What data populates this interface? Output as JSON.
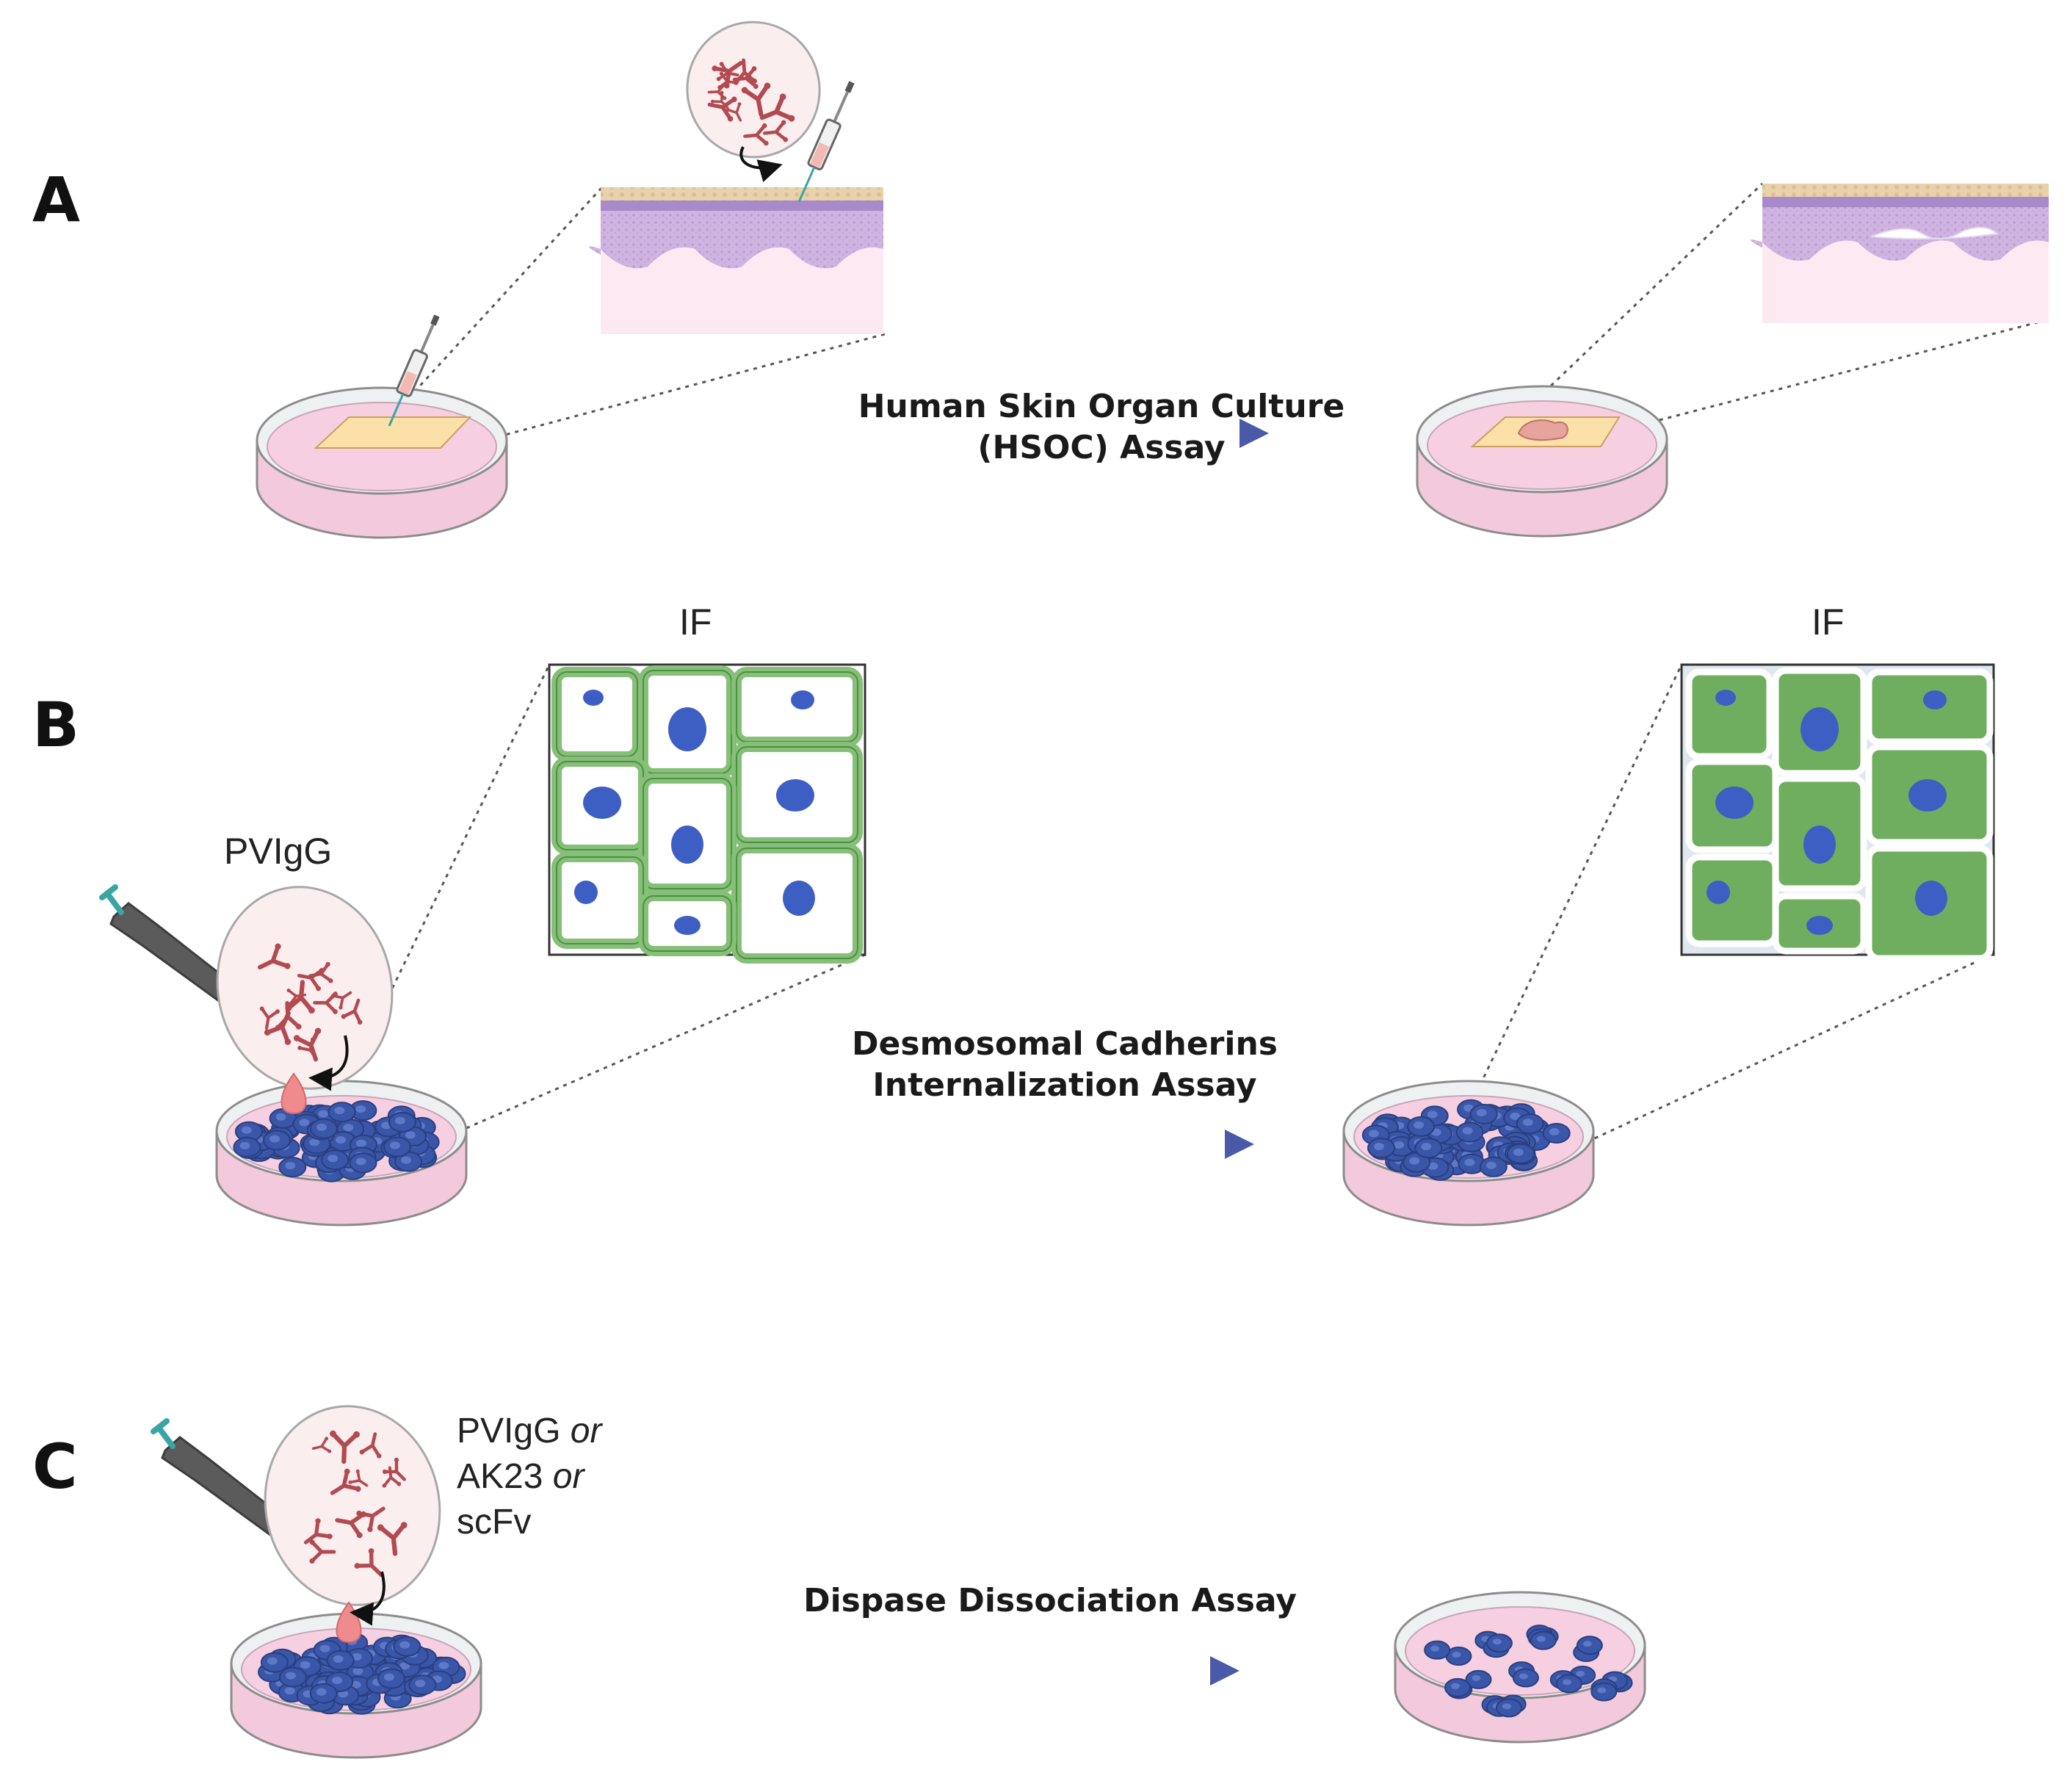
{
  "panels": {
    "a": {
      "letter": "A",
      "assay_line1": "Human Skin Organ Culture",
      "assay_line2": "(HSOC) Assay"
    },
    "b": {
      "letter": "B",
      "left_if_label": "IF",
      "right_if_label": "IF",
      "antibody_label": "PVIgG",
      "assay_line1": "Desmosomal Cadherins",
      "assay_line2": "Internalization Assay"
    },
    "c": {
      "letter": "C",
      "reagent_1": "PVIgG",
      "reagent_or_1": "or",
      "reagent_2": "AK23",
      "reagent_or_2": "or",
      "reagent_3": "scFv",
      "assay_label": "Dispase Dissociation Assay"
    }
  },
  "colors": {
    "dish_fill": "#f6cfe0",
    "dish_rim": "#e9eef0",
    "cell_blue": "#3a56a8",
    "membrane_green": "#86bf77",
    "cytoplasm_green": "#6fae5e",
    "nucleus": "#3d5fc4",
    "arrow": "#4a5aa8",
    "skin_dermis": "#d9c2e6",
    "skin_epidermis": "#a889c9",
    "skin_corneum": "#e7d6b0",
    "antibody": "#b24a52"
  },
  "icons": [
    "petri-dish-icon",
    "syringe-icon",
    "pipette-icon",
    "antibody-bubble-icon",
    "droplet-icon",
    "skin-section-icon",
    "cell-monolayer-icon",
    "arrow-icon"
  ]
}
